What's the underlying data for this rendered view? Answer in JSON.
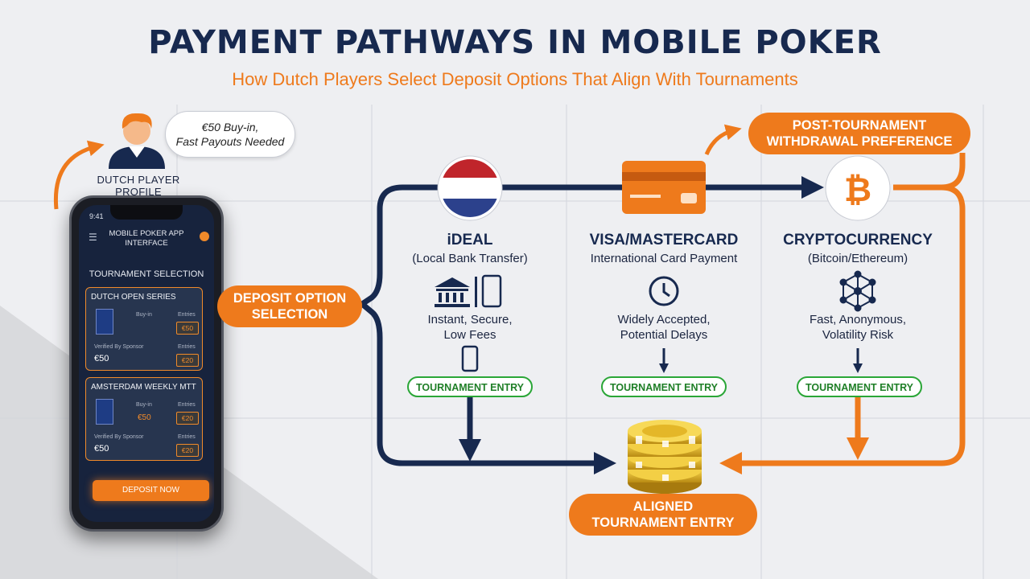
{
  "header": {
    "title": "PAYMENT PATHWAYS IN MOBILE POKER",
    "subtitle": "How Dutch Players Select Deposit Options That Align With Tournaments"
  },
  "profile": {
    "speech_line1": "€50 Buy-in,",
    "speech_line2": "Fast Payouts Needed",
    "label": "DUTCH PLAYER PROFILE"
  },
  "phone": {
    "time": "9:41",
    "app_title_line1": "MOBILE POKER APP",
    "app_title_line2": "INTERFACE",
    "section_title": "TOURNAMENT SELECTION",
    "tournaments": [
      {
        "name": "DUTCH OPEN SERIES",
        "row1_label": "Buy-in",
        "row1_value": "€50",
        "row2_left": "Verified By Sponsor",
        "row2_label": "Entries",
        "row2_value": "€20",
        "price": "€50"
      },
      {
        "name": "AMSTERDAM WEEKLY MTT",
        "row1_label": "Buy-in",
        "row1_value": "€20",
        "row2_left": "Verified By Sponsor",
        "row2_label": "Entries",
        "row2_value": "€20",
        "price": "€50",
        "row1_mid": "€50"
      }
    ],
    "deposit_button": "DEPOSIT NOW"
  },
  "deposit_selection": {
    "line1": "DEPOSIT OPTION",
    "line2": "SELECTION"
  },
  "methods": [
    {
      "name": "iDEAL",
      "subtitle": "(Local Bank Transfer)",
      "note_line1": "Instant, Secure,",
      "note_line2": "Low Fees",
      "entry": "TOURNAMENT ENTRY",
      "icon": "bank-icon"
    },
    {
      "name": "VISA/MASTERCARD",
      "subtitle": "International Card Payment",
      "note_line1": "Widely Accepted,",
      "note_line2": "Potential Delays",
      "entry": "TOURNAMENT ENTRY",
      "icon": "clock-icon"
    },
    {
      "name": "CRYPTOCURRENCY",
      "subtitle": "(Bitcoin/Ethereum)",
      "note_line1": "Fast, Anonymous,",
      "note_line2": "Volatility Risk",
      "entry": "TOURNAMENT ENTRY",
      "icon": "network-icon"
    }
  ],
  "post_tournament": {
    "line1": "POST-TOURNAMENT",
    "line2": "WITHDRAWAL PREFERENCE"
  },
  "result": {
    "line1": "ALIGNED",
    "line2": "TOURNAMENT ENTRY"
  },
  "colors": {
    "navy": "#17294f",
    "orange": "#ee7a1c",
    "green": "#2aa637",
    "background": "#eeeff2"
  }
}
